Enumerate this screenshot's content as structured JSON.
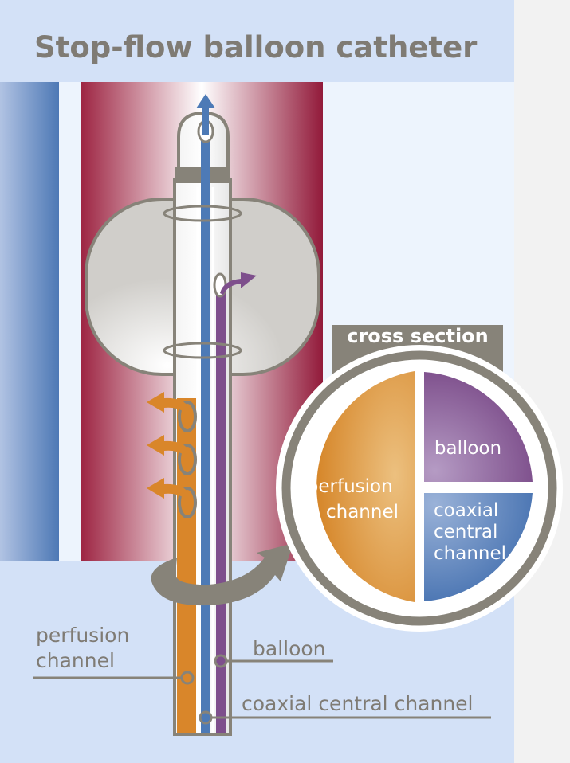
{
  "title": "Stop-flow balloon catheter",
  "cross_section": {
    "heading": "cross section",
    "segments": {
      "perfusion": [
        "perfusion",
        "channel"
      ],
      "balloon": [
        "balloon"
      ],
      "coaxial": [
        "coaxial",
        "central",
        "channel"
      ]
    }
  },
  "labels": {
    "perfusion": [
      "perfusion",
      "channel"
    ],
    "balloon": "balloon",
    "coaxial": "coaxial central channel"
  },
  "colors": {
    "perfusion": "#d9862a",
    "balloon": "#7e4f8c",
    "coaxial": "#4d7ab6",
    "vessel_red": "#951b3b",
    "vessel_blue": "#4f7bb7",
    "outline": "#878379"
  }
}
